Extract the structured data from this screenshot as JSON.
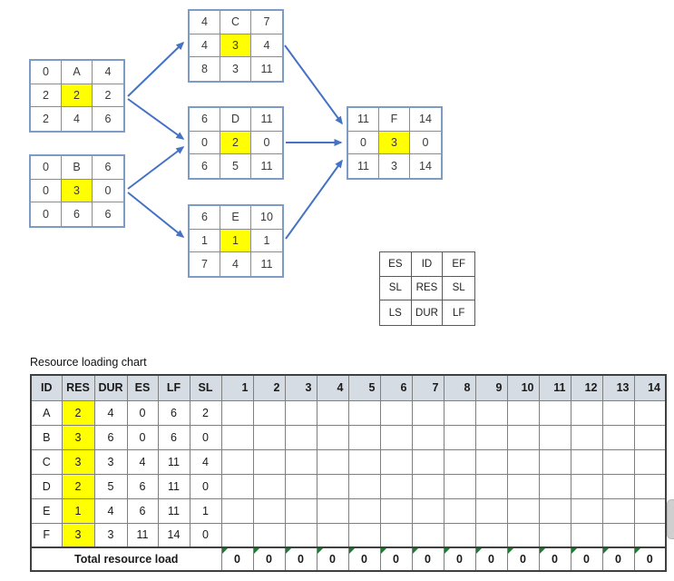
{
  "diagram": {
    "nodes": [
      {
        "id": "A",
        "rows": [
          [
            "0",
            "A",
            "4"
          ],
          [
            "2",
            "2",
            "2"
          ],
          [
            "2",
            "4",
            "6"
          ]
        ]
      },
      {
        "id": "B",
        "rows": [
          [
            "0",
            "B",
            "6"
          ],
          [
            "0",
            "3",
            "0"
          ],
          [
            "0",
            "6",
            "6"
          ]
        ]
      },
      {
        "id": "C",
        "rows": [
          [
            "4",
            "C",
            "7"
          ],
          [
            "4",
            "3",
            "4"
          ],
          [
            "8",
            "3",
            "11"
          ]
        ]
      },
      {
        "id": "D",
        "rows": [
          [
            "6",
            "D",
            "11"
          ],
          [
            "0",
            "2",
            "0"
          ],
          [
            "6",
            "5",
            "11"
          ]
        ]
      },
      {
        "id": "E",
        "rows": [
          [
            "6",
            "E",
            "10"
          ],
          [
            "1",
            "1",
            "1"
          ],
          [
            "7",
            "4",
            "11"
          ]
        ]
      },
      {
        "id": "F",
        "rows": [
          [
            "11",
            "F",
            "14"
          ],
          [
            "0",
            "3",
            "0"
          ],
          [
            "11",
            "3",
            "14"
          ]
        ]
      }
    ],
    "edges": [
      "A-C",
      "A-D",
      "B-D",
      "B-E",
      "C-F",
      "D-F",
      "E-F"
    ],
    "legend_rows": [
      [
        "ES",
        "ID",
        "EF"
      ],
      [
        "SL",
        "RES",
        "SL"
      ],
      [
        "LS",
        "DUR",
        "LF"
      ]
    ],
    "arrow_color": "#4472C4",
    "highlight_color": "#FFFF00",
    "node_border_color": "#7C9CC6"
  },
  "resource_chart": {
    "title": "Resource loading chart",
    "info_headers": [
      "ID",
      "RES",
      "DUR",
      "ES",
      "LF",
      "SL"
    ],
    "period_headers": [
      "1",
      "2",
      "3",
      "4",
      "5",
      "6",
      "7",
      "8",
      "9",
      "10",
      "11",
      "12",
      "13",
      "14"
    ],
    "rows": [
      {
        "id": "A",
        "res": "2",
        "dur": "4",
        "es": "0",
        "lf": "6",
        "sl": "2"
      },
      {
        "id": "B",
        "res": "3",
        "dur": "6",
        "es": "0",
        "lf": "6",
        "sl": "0"
      },
      {
        "id": "C",
        "res": "3",
        "dur": "3",
        "es": "4",
        "lf": "11",
        "sl": "4"
      },
      {
        "id": "D",
        "res": "2",
        "dur": "5",
        "es": "6",
        "lf": "11",
        "sl": "0"
      },
      {
        "id": "E",
        "res": "1",
        "dur": "4",
        "es": "6",
        "lf": "11",
        "sl": "1"
      },
      {
        "id": "F",
        "res": "3",
        "dur": "3",
        "es": "11",
        "lf": "14",
        "sl": "0"
      }
    ],
    "total_label": "Total resource load",
    "totals": [
      "0",
      "0",
      "0",
      "0",
      "0",
      "0",
      "0",
      "0",
      "0",
      "0",
      "0",
      "0",
      "0",
      "0"
    ],
    "header_bg": "#D6DCE4",
    "flag_color": "#1E7B34"
  }
}
